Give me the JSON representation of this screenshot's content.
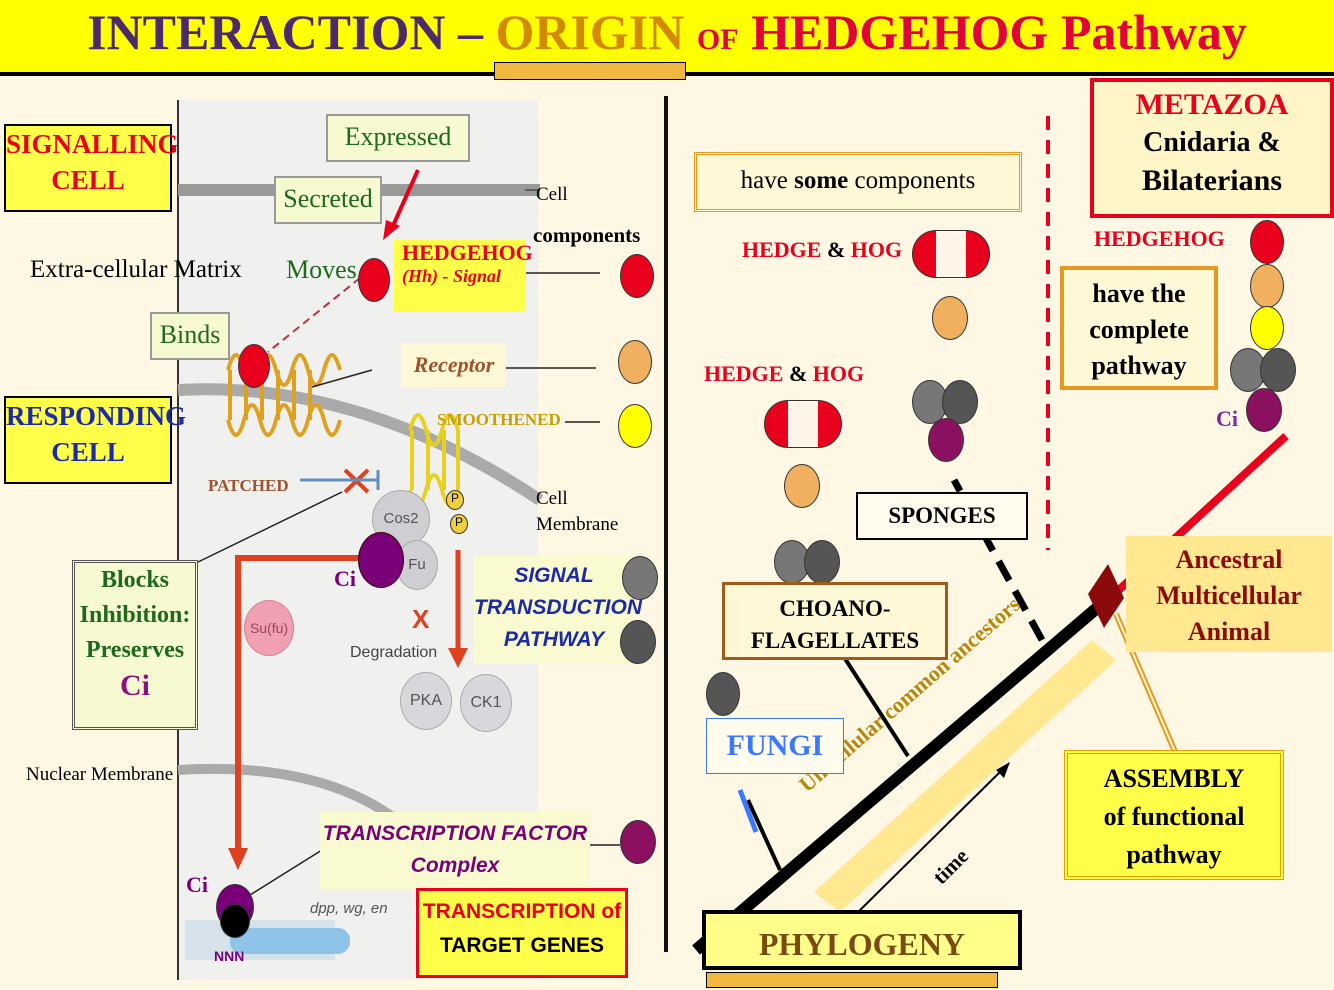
{
  "title": {
    "part1": "INTERACTION –",
    "part2": "ORIGIN",
    "part3": "OF",
    "part4": "HEDGEHOG",
    "part5": "Pathway"
  },
  "left": {
    "signalling_cell": [
      "SIGNALLING",
      "CELL"
    ],
    "responding_cell": [
      "RESPONDING",
      "CELL"
    ],
    "expressed": "Expressed",
    "secreted": "Secreted",
    "moves": "Moves",
    "binds": "Binds",
    "ecm": "Extra-cellular Matrix",
    "nuclear_membrane": "Nuclear Membrane",
    "cell": "Cell",
    "components": "components",
    "cell_membrane": [
      "Cell",
      "Membrane"
    ],
    "hedgehog": "HEDGEHOG",
    "hh_signal": "(Hh) - Signal",
    "receptor": "Receptor",
    "smoothened": "SMOOTHENED",
    "patched": "PATCHED",
    "signal_transduction": [
      "SIGNAL",
      "TRANSDUCTION",
      "PATHWAY"
    ],
    "blocks": [
      "Blocks",
      "Inhibition:",
      "Preserves",
      "Ci"
    ],
    "ci": "Ci",
    "cos2": "Cos2",
    "fu": "Fu",
    "sufu": "Su(fu)",
    "degradation": "Degradation",
    "pka": "PKA",
    "ck1": "CK1",
    "p": "P",
    "x": "X",
    "tf_complex": [
      "TRANSCRIPTION FACTOR",
      "Complex"
    ],
    "target_genes": [
      "TRANSCRIPTION",
      "of",
      "TARGET GENES"
    ],
    "genes": "dpp, wg, en",
    "nnn": "NNN"
  },
  "right": {
    "metazoa": "METAZOA",
    "cnidaria": "Cnidaria &",
    "bilaterians": "Bilaterians",
    "have_some": [
      "have ",
      "some",
      " components"
    ],
    "hedge_hog_1": [
      "HEDGE",
      " & ",
      "HOG"
    ],
    "hedge_hog_2": [
      "HEDGE",
      " & ",
      "HOG"
    ],
    "hedgehog": "HEDGEHOG",
    "complete": [
      "have the",
      "complete",
      "pathway"
    ],
    "ci": "Ci",
    "sponges": "SPONGES",
    "choano": [
      "CHOANO-",
      "FLAGELLATES"
    ],
    "fungi": "FUNGI",
    "ancestral": [
      "Ancestral",
      "Multicellular",
      "Animal"
    ],
    "assembly": [
      "ASSEMBLY",
      "of functional",
      "pathway"
    ],
    "unicellular": "Unicellular common ancestors",
    "time": "time",
    "phylogeny": "PHYLOGENY"
  },
  "colors": {
    "hedgehog": "#e8001c",
    "receptor": "#f0b060",
    "smoothened": "#ffff00",
    "grey": "#777777",
    "dark_grey": "#555555",
    "ci": "#8b1060",
    "title_bg": "#ffff00"
  }
}
